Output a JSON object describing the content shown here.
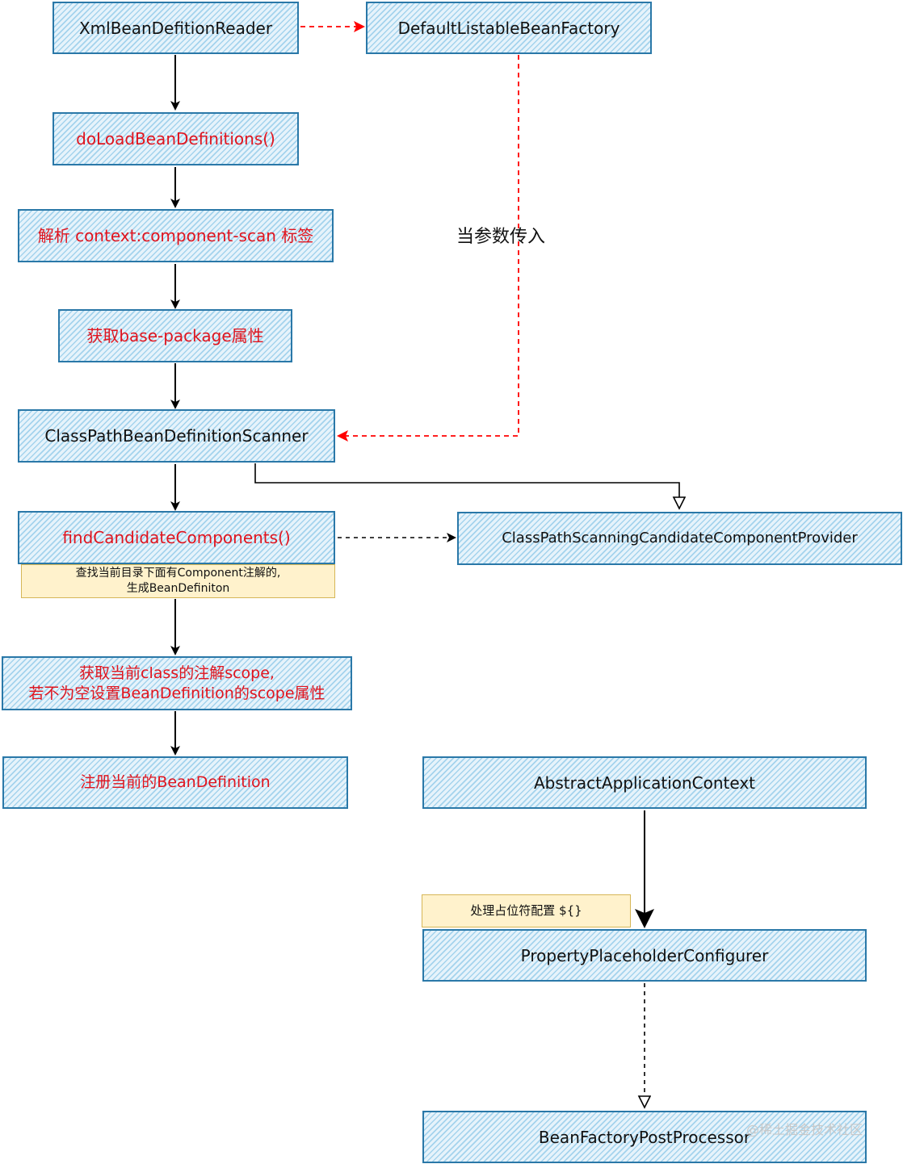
{
  "nodes": {
    "xml_reader": "XmlBeanDefitionReader",
    "default_factory": "DefaultListableBeanFactory",
    "do_load": "doLoadBeanDefinitions()",
    "parse_scan": "解析 context:component-scan 标签",
    "base_package": "获取base-package属性",
    "scanner": "ClassPathBeanDefinitionScanner",
    "find_candidates": "findCandidateComponents()",
    "provider": "ClassPathScanningCandidateComponentProvider",
    "scope_line1": "获取当前class的注解scope,",
    "scope_line2": "若不为空设置BeanDefinition的scope属性",
    "register": "注册当前的BeanDefinition",
    "abstract_ctx": "AbstractApplicationContext",
    "placeholder": "PropertyPlaceholderConfigurer",
    "post_processor": "BeanFactoryPostProcessor"
  },
  "notes": {
    "find_line1": "查找当前目录下面有Component注解的,",
    "find_line2": "生成BeanDefiniton",
    "placeholder_note": "处理占位符配置 ${}"
  },
  "labels": {
    "as_param": "当参数传入"
  },
  "watermark": "@稀土掘金技术社区",
  "colors": {
    "node_border": "#2a78a8",
    "node_hatch": "#6eb9e1",
    "red_text": "#e0141e",
    "red_edge": "#ff0000",
    "note_fill": "#fff2cc",
    "note_border": "#d6b656"
  }
}
